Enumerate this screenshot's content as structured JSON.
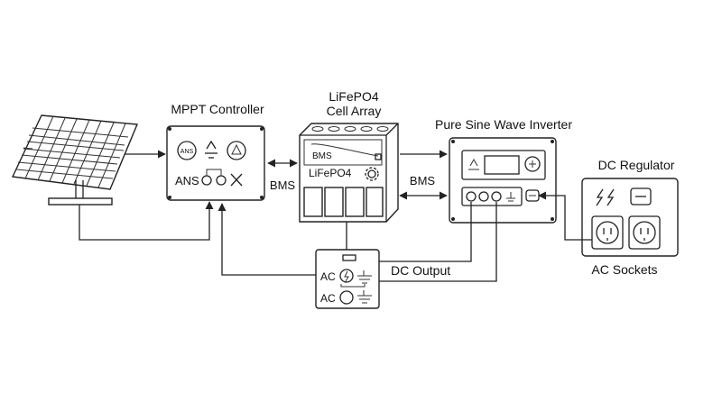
{
  "labels": {
    "mppt_controller": "MPPT Controller",
    "cell_array_line1": "LiFePO4",
    "cell_array_line2": "Cell Array",
    "inverter": "Pure Sine Wave Inverter",
    "dc_regulator": "DC Regulator",
    "bms_left": "BMS",
    "bms_right": "BMS",
    "dc_output": "DC Output",
    "ac_sockets": "AC Sockets"
  },
  "mppt": {
    "badge_text": "ANS",
    "side_text": "ANS"
  },
  "battery": {
    "top_label": "BMS",
    "body_label": "LiFePO4"
  },
  "dc_output_box": {
    "row1_label": "AC",
    "row2_label": "AC"
  },
  "colors": {
    "stroke": "#222222",
    "background": "#ffffff"
  }
}
